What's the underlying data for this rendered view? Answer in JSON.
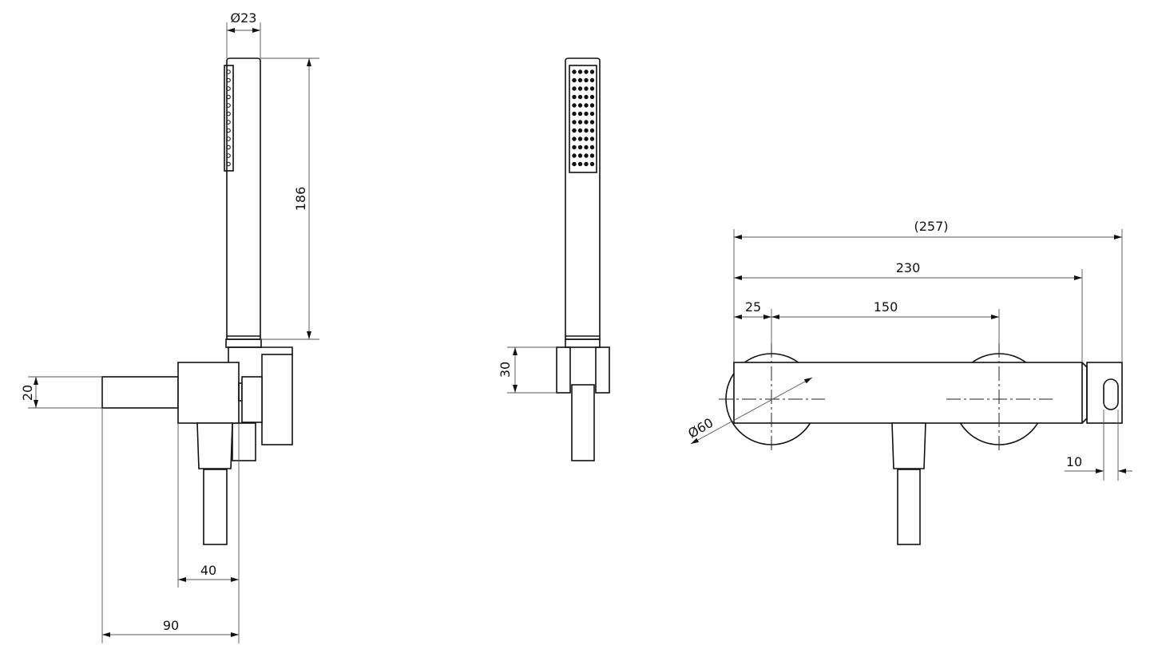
{
  "dimensions": {
    "side_view": {
      "handshower_diameter": "Ø23",
      "handshower_length": "186",
      "arm_height": "20",
      "body_depth": "40",
      "total_depth": "90"
    },
    "front_view": {
      "holder_height": "30"
    },
    "top_view": {
      "overall_length": "(257)",
      "body_length": "230",
      "edge_to_center": "25",
      "center_distance": "150",
      "flange_diameter": "Ø60",
      "slot_width": "10"
    }
  }
}
